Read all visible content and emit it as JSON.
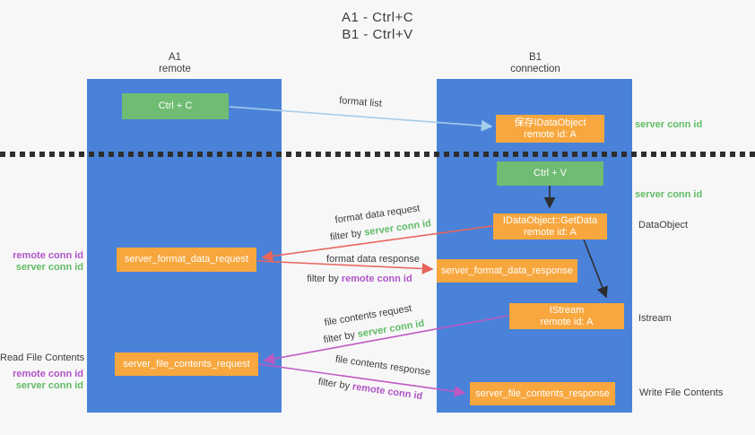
{
  "title": {
    "line1": "A1 - Ctrl+C",
    "line2": "B1 - Ctrl+V"
  },
  "columns": {
    "a": {
      "name": "A1",
      "role": "remote"
    },
    "b": {
      "name": "B1",
      "role": "connection"
    }
  },
  "boxes": {
    "ctrl_c": {
      "label": "Ctrl + C"
    },
    "save_dataobject": {
      "line1": "保存IDataObject",
      "line2": "remote id: A"
    },
    "ctrl_v": {
      "label": "Ctrl + V"
    },
    "getdata": {
      "line1": "IDataObject::GetData",
      "line2": "remote id: A"
    },
    "format_request": {
      "label": "server_format_data_request"
    },
    "format_response": {
      "label": "server_format_data_response"
    },
    "istream": {
      "line1": "IStream",
      "line2": "remote id: A"
    },
    "file_request": {
      "label": "server_file_contents_request"
    },
    "file_response": {
      "label": "server_file_contents_response"
    }
  },
  "arrow_labels": {
    "format_list": "format list",
    "format_data_request": "format data request",
    "format_data_request_filter": {
      "prefix": "filter by",
      "key": "server conn id"
    },
    "format_data_response": "format data response",
    "format_data_response_filter": {
      "prefix": "filter by",
      "key": "remote conn id"
    },
    "file_contents_request": "file contents request",
    "file_contents_request_filter": {
      "prefix": "filter by",
      "key": "server conn id"
    },
    "file_contents_response": "file contents response",
    "file_contents_response_filter": {
      "prefix": "filter by",
      "key": "remote conn id"
    }
  },
  "side_labels": {
    "right_server_conn_id_top": "server conn id",
    "right_server_conn_id_mid": "server conn id",
    "right_dataobject": "DataObject",
    "right_istream": "Istream",
    "right_write_file_contents": "Write File Contents",
    "left_remote_conn_id_top": "remote conn id",
    "left_server_conn_id_top": "server conn id",
    "left_read_file_contents": "Read File Contents",
    "left_remote_conn_id_bottom": "remote conn id",
    "left_server_conn_id_bottom": "server conn id"
  },
  "colors": {
    "lifeline_blue": "#4a82d9",
    "action_green": "#6fbc72",
    "message_orange": "#f7a73e",
    "arrow_light_blue": "#a5cdec",
    "arrow_red": "#e8655c",
    "arrow_magenta": "#bf58c3",
    "arrow_black": "#2d2d2d",
    "text_green": "#61bc66",
    "text_purple": "#b054c8",
    "background": "#f7f7f7"
  }
}
